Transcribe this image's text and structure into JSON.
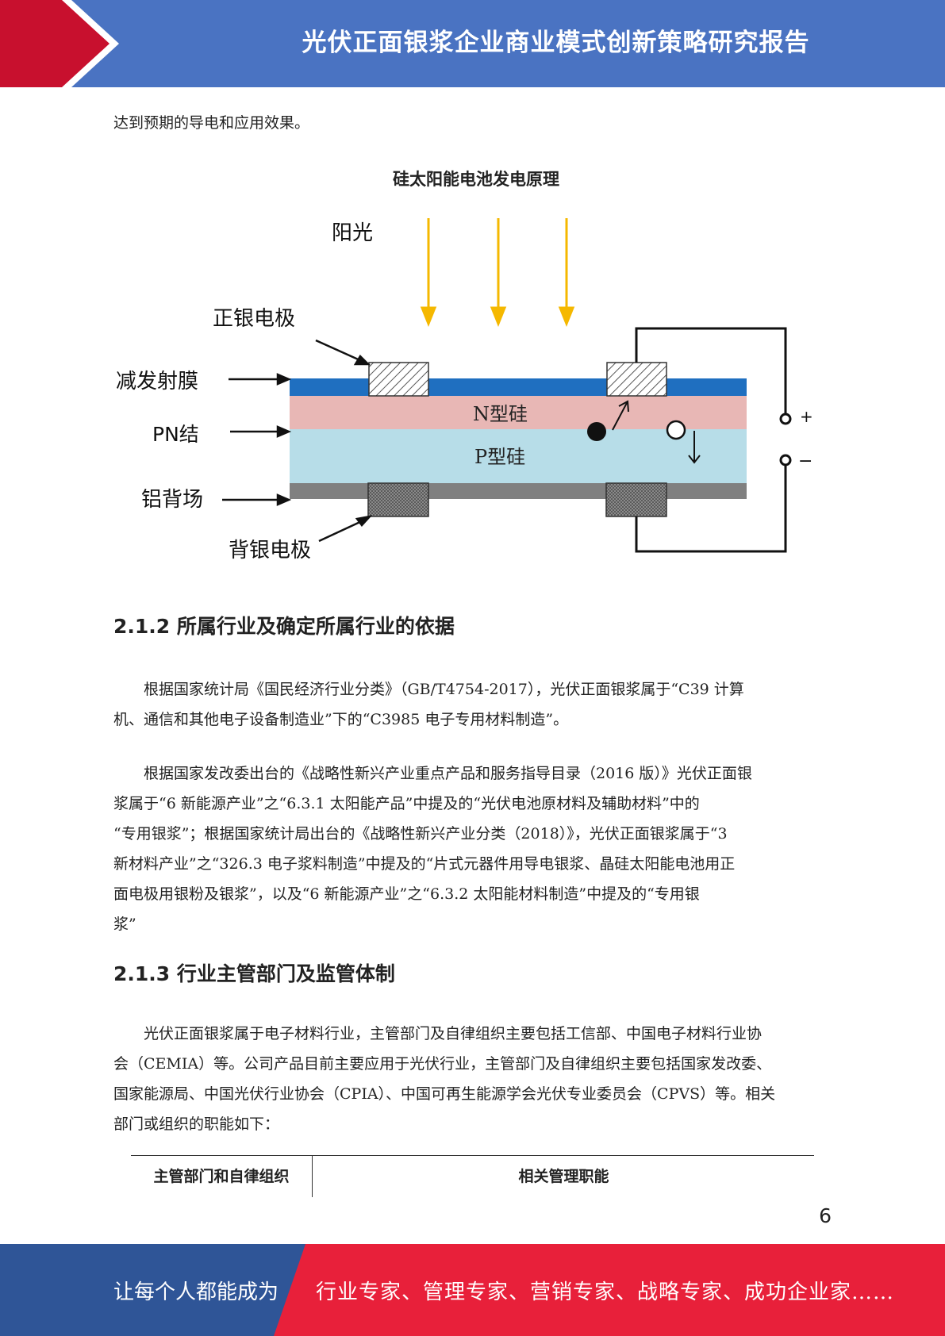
{
  "header": {
    "title": "光伏正面银浆企业商业模式创新策略研究报告"
  },
  "intro_line": "达到预期的导电和应用效果。",
  "figure": {
    "title": "硅太阳能电池发电原理",
    "labels": {
      "sunlight": "阳光",
      "front_electrode": "正银电极",
      "antireflection": "减发射膜",
      "pn_junction": "PN结",
      "al_bsf": "铝背场",
      "back_electrode": "背银电极",
      "n_si": "N型硅",
      "p_si": "P型硅",
      "plus": "+",
      "minus": "−"
    }
  },
  "section_212": {
    "heading": "2.1.2 所属行业及确定所属行业的依据",
    "p1_l1": "根据国家统计局《国民经济行业分类》（GB/T4754-2017），光伏正面银浆属于“C39 计算",
    "p1_l2": "机、通信和其他电子设备制造业”下的“C3985 电子专用材料制造”。",
    "p2_l1": "根据国家发改委出台的《战略性新兴产业重点产品和服务指导目录（2016 版）》光伏正面银",
    "p2_l2": "浆属于“6 新能源产业”之“6.3.1 太阳能产品”中提及的“光伏电池原材料及辅助材料”中的",
    "p2_l3": "“专用银浆”；根据国家统计局出台的《战略性新兴产业分类（2018）》，光伏正面银浆属于“3",
    "p2_l4": "新材料产业”之“326.3 电子浆料制造”中提及的“片式元器件用导电银浆、晶硅太阳能电池用正",
    "p2_l5": "面电极用银粉及银浆”，以及“6 新能源产业”之“6.3.2 太阳能材料制造”中提及的“专用银",
    "p2_l6": "浆”"
  },
  "section_213": {
    "heading": "2.1.3 行业主管部门及监管体制",
    "p1_l1": "光伏正面银浆属于电子材料行业，主管部门及自律组织主要包括工信部、中国电子材料行业协",
    "p1_l2": "会（CEMIA）等。公司产品目前主要应用于光伏行业，主管部门及自律组织主要包括国家发改委、",
    "p1_l3": "国家能源局、中国光伏行业协会（CPIA）、中国可再生能源学会光伏专业委员会（CPVS）等。相关",
    "p1_l4": "部门或组织的职能如下："
  },
  "table": {
    "col1": "主管部门和自律组织",
    "col2": "相关管理职能"
  },
  "page_number": "6",
  "footer": {
    "left_text": "让每个人都能成为",
    "right_text": "行业专家、管理专家、营销专家、战略专家、成功企业家……"
  },
  "colors": {
    "header_blue": "#4a73c2",
    "accent_red": "#c8102e",
    "footer_blue": "#2f5597",
    "footer_red": "#e8203a"
  }
}
